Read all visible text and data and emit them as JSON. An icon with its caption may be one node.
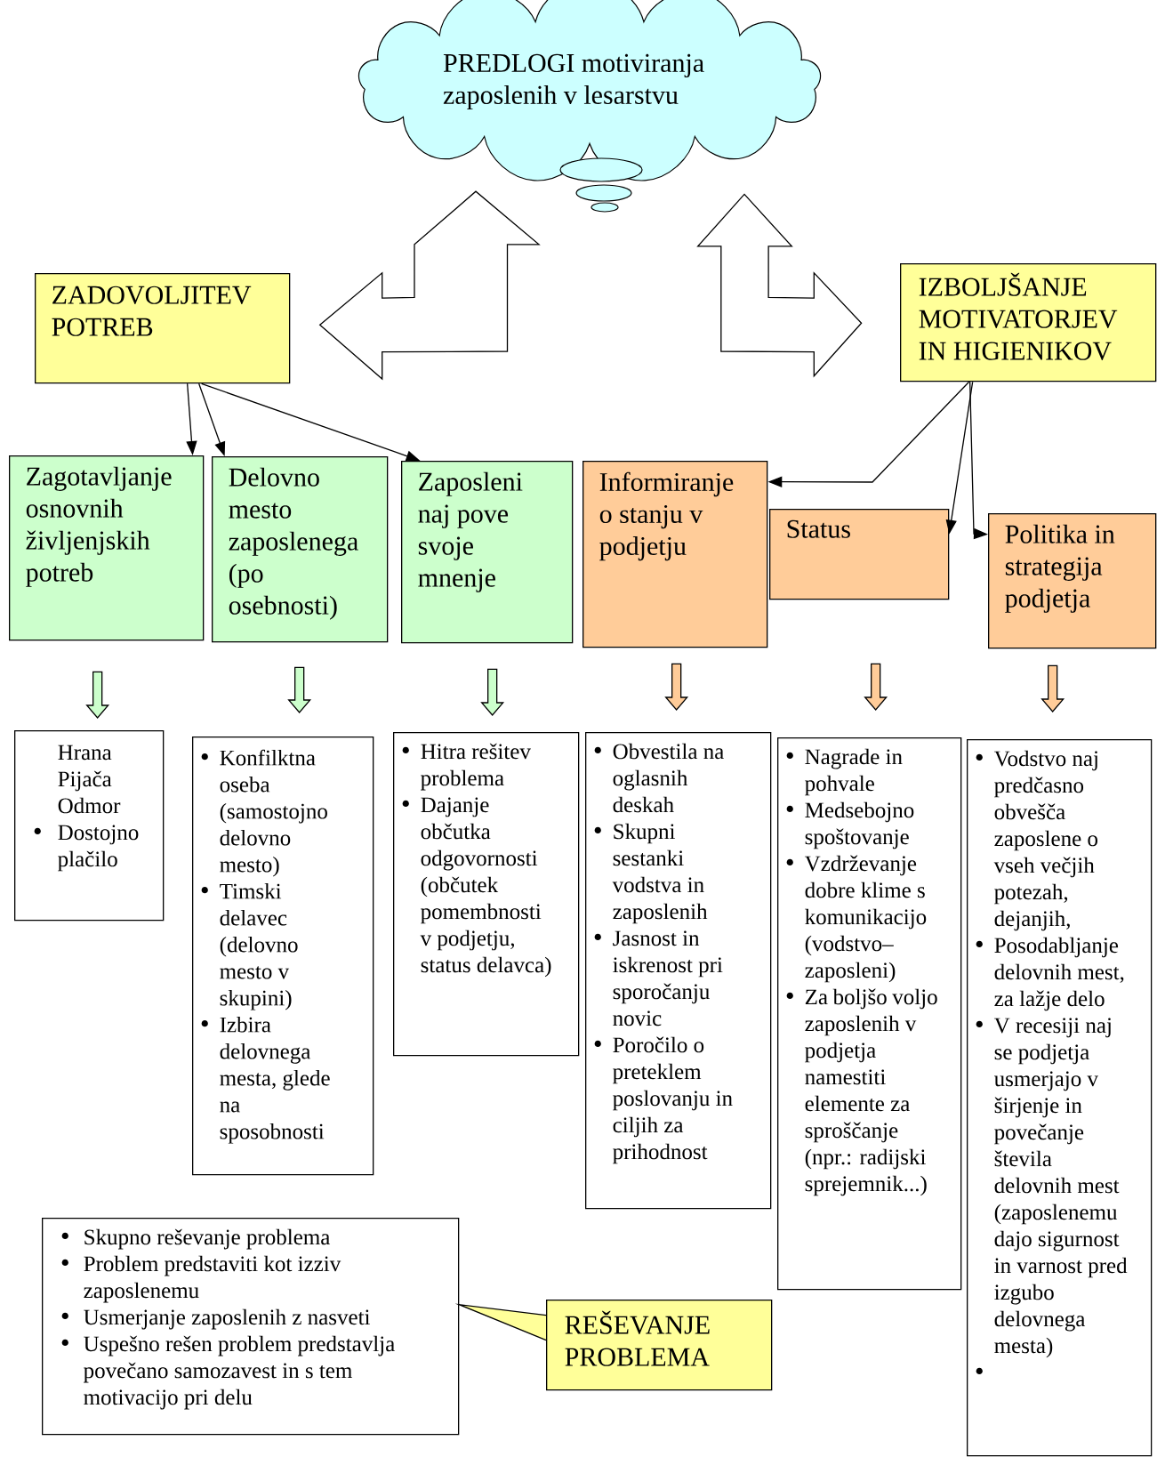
{
  "diagram": {
    "nodes": [
      {
        "text": [
          "PREDLOGI motiviranja zaposlenih v lesarstvu"
        ]
      },
      {
        "text": [
          "ZADOVOLJITEV POTREB"
        ]
      },
      {
        "text": [
          "IZBOLJŠANJE MOTIVATORJEV IN HIGIENIKOV"
        ]
      },
      {
        "text": [
          "Zagotavljanje osnovnih življenjskih potreb"
        ]
      },
      {
        "text": [
          "Delovno mesto zaposlenega (po osebnosti)"
        ]
      },
      {
        "text": [
          "Zaposleni naj pove svoje mnenje"
        ]
      },
      {
        "text": [
          "Informiranje o stanju v podjetju"
        ]
      },
      {
        "text": [
          "Status"
        ]
      },
      {
        "text": [
          "Politika in strategija podjetja"
        ]
      },
      {
        "text": [
          "Hrana",
          "Pijača",
          "Odmor",
          "Dostojno plačilo"
        ]
      },
      {
        "text": [
          "Konfilktna oseba (samostojno delovno mesto)",
          "Timski delavec (delovno mesto v skupini)",
          "Izbira delovnega mesta, glede na sposobnosti"
        ]
      },
      {
        "text": [
          "Hitra rešitev problema",
          "Dajanje občutka odgovornosti (občutek pomembnosti v podjetju, status delavca)"
        ]
      },
      {
        "text": [
          "Obvestila na oglasnih deskah",
          "Skupni sestanki vodstva in zaposlenih",
          "Jasnost in iskrenost pri sporočanju novic",
          "Poročilo o preteklem poslovanju in ciljih za prihodnost"
        ]
      },
      {
        "text": [
          "Nagrade in pohvale",
          "Medsebojno spoštovanje",
          "Vzdrževanje dobre klime s komunikacijo (vodstvo–zaposleni)",
          "Za boljšo voljo zaposlenih v podjetja namestiti elemente za sproščanje (npr.: radijski sprejemnik...)"
        ]
      },
      {
        "text": [
          "Vodstvo naj predčasno obvešča zaposlene o vseh večjih potezah, dejanjih,",
          "Posodabljanje delovnih mest, za lažje delo",
          "V recesiji naj se podjetja usmerjajo v širjenje in povečanje števila delovnih mest (zaposlenemu dajo sigurnost in varnost pred izgubo delovnega mesta)"
        ]
      },
      {
        "text": [
          "Skupno reševanje problema",
          "Problem predstaviti kot izziv zaposlenemu",
          "Usmerjanje zaposlenih z nasveti",
          "Uspešno rešen problem predstavlja povečano samozavest in s tem motivacijo pri delu"
        ]
      },
      {
        "text": [
          "REŠEVANJE PROBLEMA"
        ]
      }
    ],
    "edges": [
      {
        "from": 0,
        "to": 1,
        "arrow": "both",
        "style": "thick"
      },
      {
        "from": 0,
        "to": 2,
        "arrow": "both",
        "style": "thick"
      },
      {
        "from": 1,
        "to": 3,
        "arrow": "to"
      },
      {
        "from": 1,
        "to": 4,
        "arrow": "to"
      },
      {
        "from": 1,
        "to": 5,
        "arrow": "to"
      },
      {
        "from": 2,
        "to": 6,
        "arrow": "to"
      },
      {
        "from": 2,
        "to": 7,
        "arrow": "to"
      },
      {
        "from": 2,
        "to": 8,
        "arrow": "to"
      },
      {
        "from": 3,
        "to": 9,
        "arrow": "to",
        "style": "thick"
      },
      {
        "from": 4,
        "to": 10,
        "arrow": "to",
        "style": "thick"
      },
      {
        "from": 5,
        "to": 11,
        "arrow": "to",
        "style": "thick"
      },
      {
        "from": 6,
        "to": 12,
        "arrow": "to",
        "style": "thick"
      },
      {
        "from": 7,
        "to": 13,
        "arrow": "to",
        "style": "thick"
      },
      {
        "from": 8,
        "to": 14,
        "arrow": "to",
        "style": "thick"
      },
      {
        "from": 16,
        "to": 15,
        "arrow": "none"
      }
    ]
  }
}
